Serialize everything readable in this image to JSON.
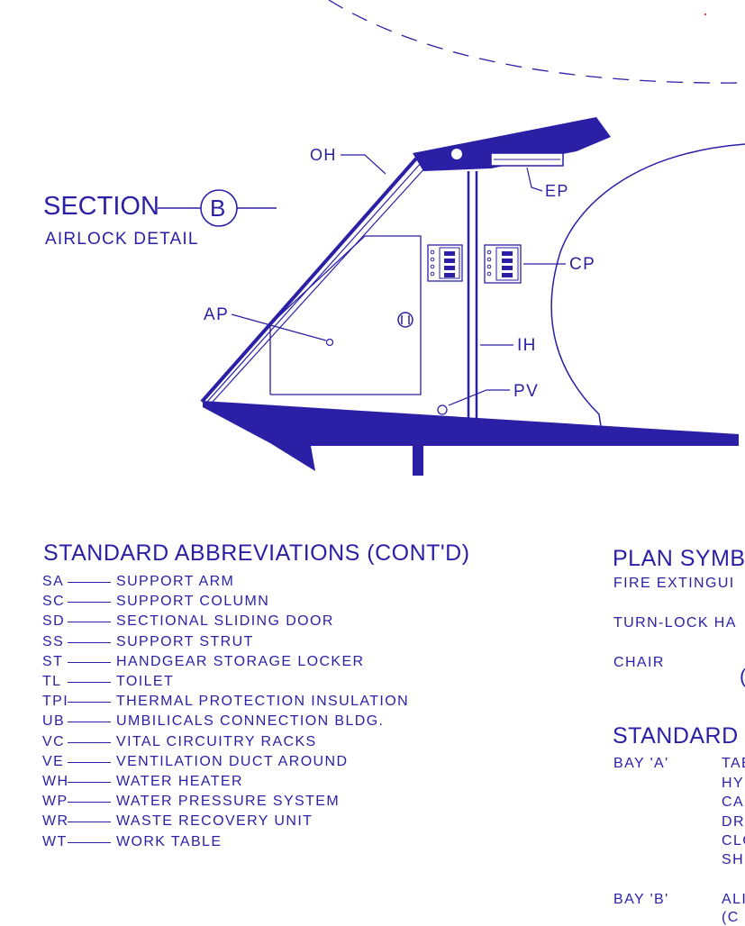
{
  "section": {
    "title": "SECTION",
    "marker": "B",
    "subtitle": "AIRLOCK DETAIL"
  },
  "callouts": {
    "oh": "OH",
    "ep": "EP",
    "cp": "CP",
    "ap": "AP",
    "ih": "IH",
    "pv": "PV"
  },
  "abbreviations": {
    "heading": "STANDARD ABBREVIATIONS (CONT'D)",
    "items": [
      {
        "code": "SA",
        "desc": "SUPPORT ARM"
      },
      {
        "code": "SC",
        "desc": "SUPPORT COLUMN"
      },
      {
        "code": "SD",
        "desc": "SECTIONAL SLIDING DOOR"
      },
      {
        "code": "SS",
        "desc": "SUPPORT STRUT"
      },
      {
        "code": "ST",
        "desc": "HANDGEAR STORAGE LOCKER"
      },
      {
        "code": "TL",
        "desc": "TOILET"
      },
      {
        "code": "TPI",
        "desc": "THERMAL PROTECTION INSULATION"
      },
      {
        "code": "UB",
        "desc": "UMBILICALS CONNECTION BLDG."
      },
      {
        "code": "VC",
        "desc": "VITAL CIRCUITRY RACKS"
      },
      {
        "code": "VE",
        "desc": "VENTILATION DUCT AROUND"
      },
      {
        "code": "WH",
        "desc": "WATER HEATER"
      },
      {
        "code": "WP",
        "desc": "WATER PRESSURE SYSTEM"
      },
      {
        "code": "WR",
        "desc": "WASTE RECOVERY UNIT"
      },
      {
        "code": "WT",
        "desc": "WORK TABLE"
      }
    ]
  },
  "plan_symbols": {
    "heading": "PLAN SYMB",
    "items": [
      "FIRE EXTINGUI",
      "TURN-LOCK HA",
      "CHAIR"
    ],
    "chair_glyph": "("
  },
  "standard": {
    "heading": "STANDARD",
    "bay_a": {
      "label": "BAY 'A'",
      "items": [
        "TAE",
        "HY",
        "CA",
        "DRY",
        "CLC",
        "SHI"
      ]
    },
    "bay_b": {
      "label": "BAY 'B'",
      "items": [
        "ALI",
        "(C"
      ]
    }
  },
  "colors": {
    "ink": "#2b1fa6",
    "paper": "#ffffff"
  }
}
